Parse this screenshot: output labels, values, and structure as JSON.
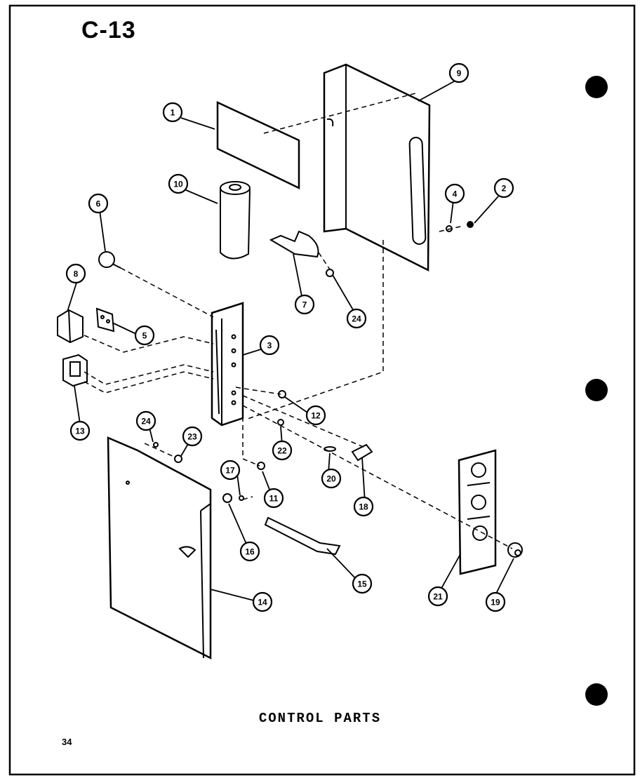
{
  "header": {
    "code": "C-13"
  },
  "caption": "CONTROL PARTS",
  "page_number": "34",
  "callouts": [
    "1",
    "2",
    "3",
    "4",
    "5",
    "6",
    "7",
    "8",
    "9",
    "10",
    "11",
    "12",
    "13",
    "14",
    "15",
    "16",
    "17",
    "18",
    "19",
    "20",
    "21",
    "22",
    "23",
    "24",
    "24"
  ]
}
